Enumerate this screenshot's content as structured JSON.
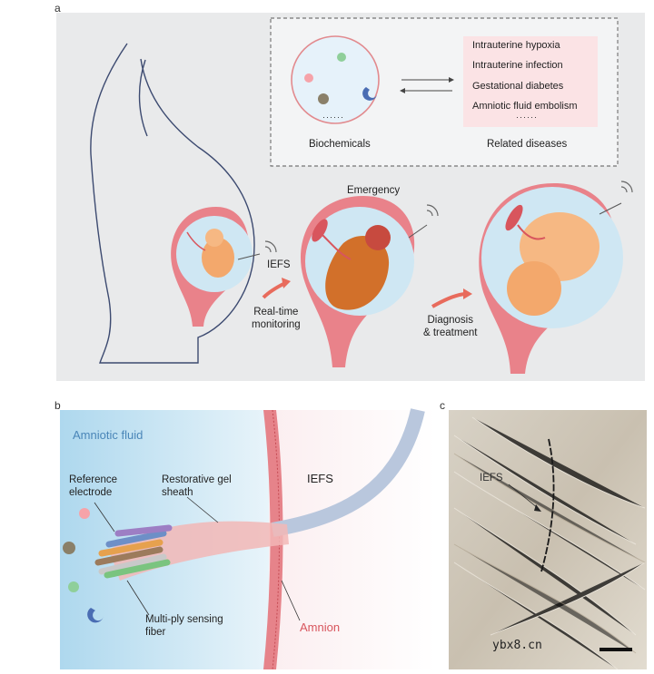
{
  "panel_a": {
    "letter": "a",
    "biochemicals_label": "Biochemicals",
    "related_diseases_label": "Related diseases",
    "diseases": [
      "Intrauterine hypoxia",
      "Intrauterine infection",
      "Gestational diabetes",
      "Amniotic fluid embolism"
    ],
    "ellipsis": "······",
    "iefs_label": "IEFS",
    "emergency_label": "Emergency",
    "realtime_label_1": "Real-time",
    "realtime_label_2": "monitoring",
    "diagnosis_label_1": "Diagnosis",
    "diagnosis_label_2": "& treatment"
  },
  "panel_b": {
    "letter": "b",
    "amniotic_fluid_label": "Amniotic fluid",
    "reference_label_1": "Reference",
    "reference_label_2": "electrode",
    "restorative_label_1": "Restorative gel",
    "restorative_label_2": "sheath",
    "iefs_label": "IEFS",
    "multiply_label_1": "Multi-ply sensing",
    "multiply_label_2": "fiber",
    "amnion_label": "Amnion"
  },
  "panel_c": {
    "letter": "c",
    "iefs_label": "IEFS",
    "watermark": "ybx8.cn"
  },
  "colors": {
    "panel_bg": "#e9eaeb",
    "uterus": "#e9828a",
    "fluid": "#cfe7f3",
    "fetus": "#f3a86c",
    "amnion_red": "#d8555d",
    "disease_box": "#fbe3e5"
  }
}
